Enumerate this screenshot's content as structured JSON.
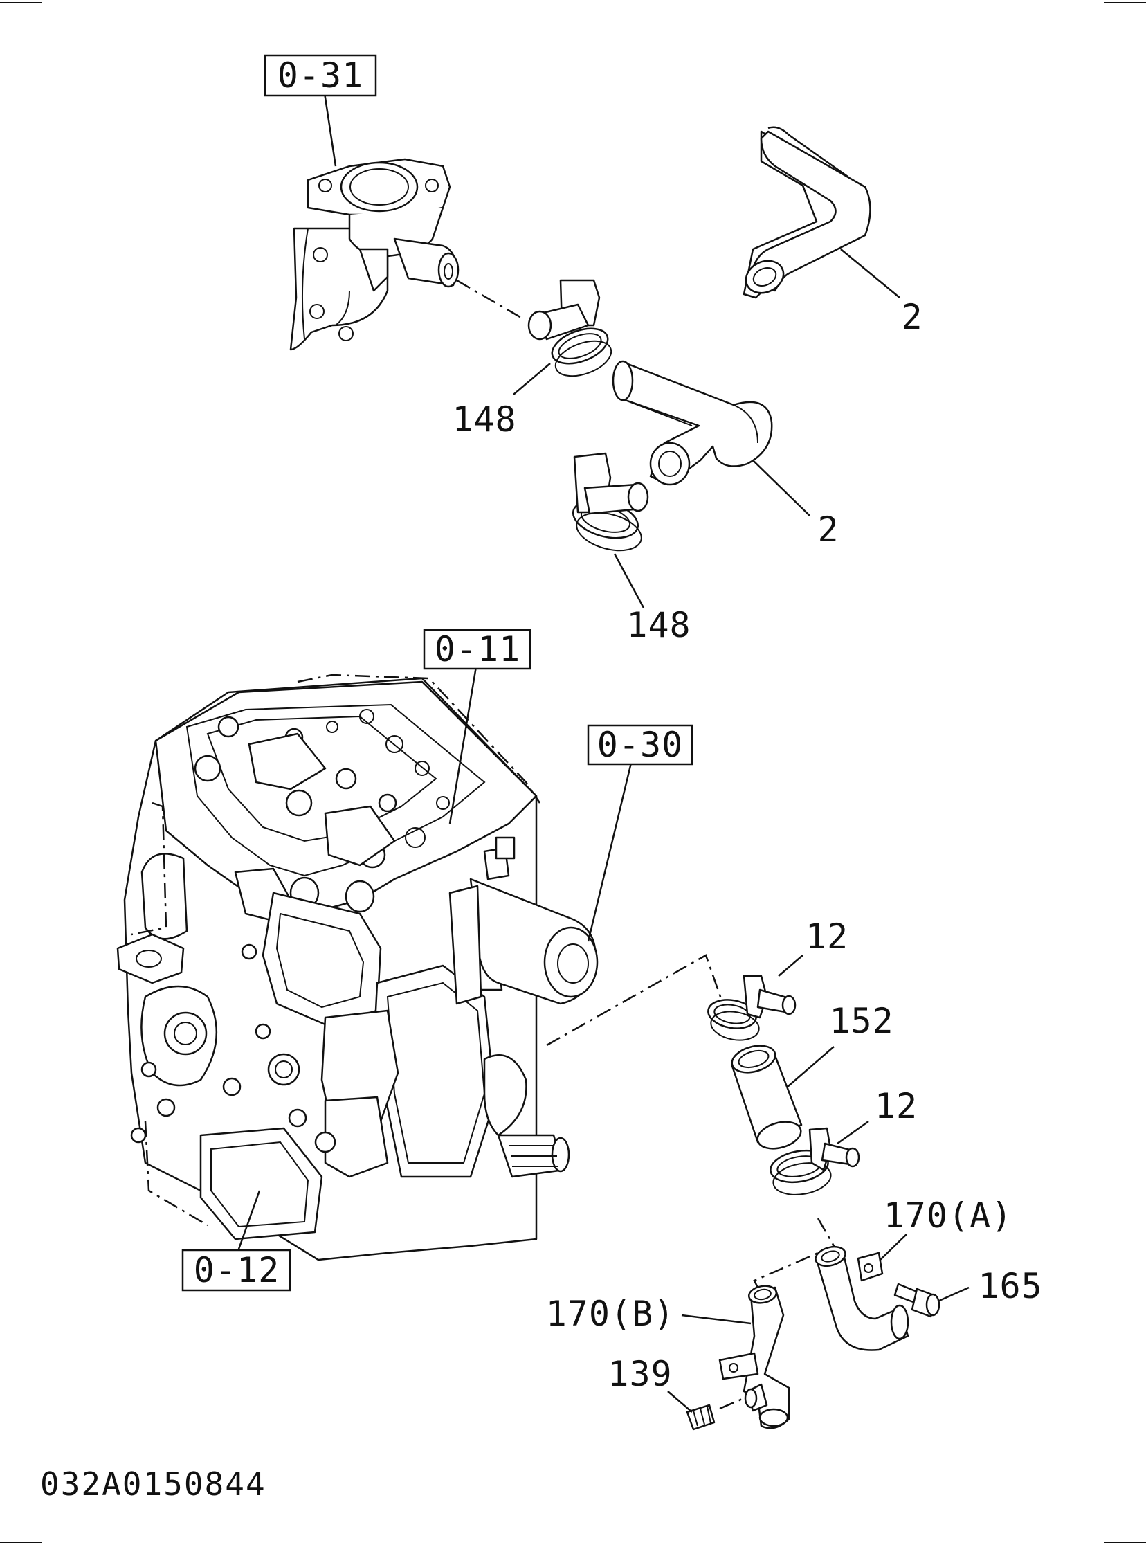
{
  "refs": {
    "r031": "0-31",
    "r011": "0-11",
    "r030": "0-30",
    "r012": "0-12"
  },
  "labels": {
    "hose_upper": "2",
    "hose_lower": "2",
    "clamp_upper": "148",
    "clamp_lower": "148",
    "clamp_12_top": "12",
    "hose_152": "152",
    "clamp_12_bottom": "12",
    "pipe_170a": "170(A)",
    "bolt_165": "165",
    "pipe_170b": "170(B)",
    "plug_139": "139"
  },
  "drawing_code": "032A0150844"
}
